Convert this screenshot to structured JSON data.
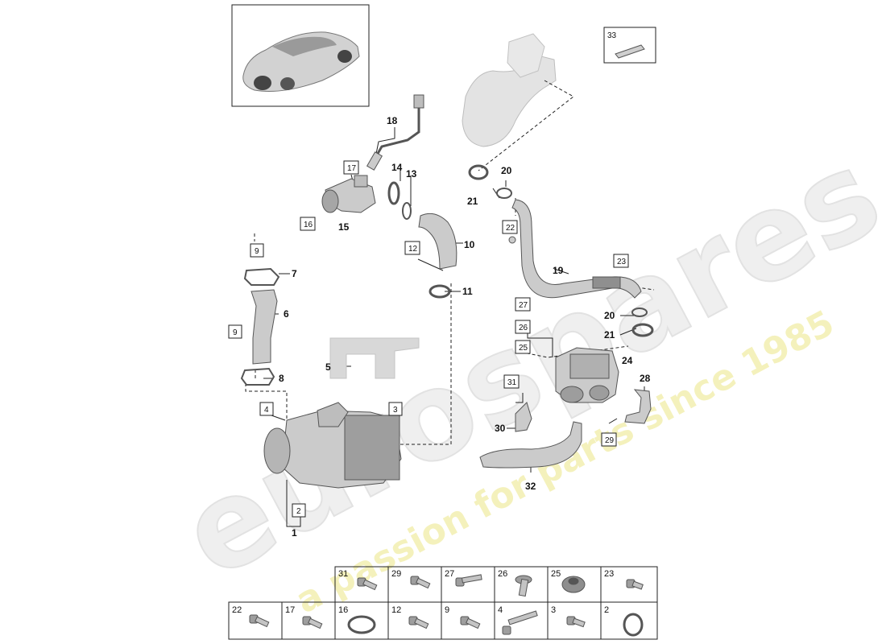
{
  "callouts": {
    "n1": "1",
    "n2": "2",
    "n3": "3",
    "n4": "4",
    "n5": "5",
    "n6": "6",
    "n7": "7",
    "n8": "8",
    "n9a": "9",
    "n9b": "9",
    "n10": "10",
    "n11": "11",
    "n12": "12",
    "n13": "13",
    "n14": "14",
    "n15": "15",
    "n16": "16",
    "n17": "17",
    "n18": "18",
    "n19": "19",
    "n20a": "20",
    "n20b": "20",
    "n21a": "21",
    "n21b": "21",
    "n22": "22",
    "n23": "23",
    "n24": "24",
    "n25": "25",
    "n26": "26",
    "n27": "27",
    "n28": "28",
    "n29": "29",
    "n30": "30",
    "n31": "31",
    "n32": "32",
    "n33": "33"
  },
  "fastener_table": {
    "row1": [
      "31",
      "29",
      "27",
      "26",
      "25",
      "23"
    ],
    "row2": [
      "22",
      "17",
      "16",
      "12",
      "9",
      "4",
      "3",
      "2"
    ]
  },
  "watermark": {
    "brand": "eurospares",
    "tagline": "a passion for parts since 1985"
  },
  "colors": {
    "line": "#222222",
    "part_fill": "#c8c8c8",
    "part_dark": "#8a8a8a",
    "watermark_gray": "#ebebeb",
    "watermark_yellow": "#f3f0b4"
  }
}
